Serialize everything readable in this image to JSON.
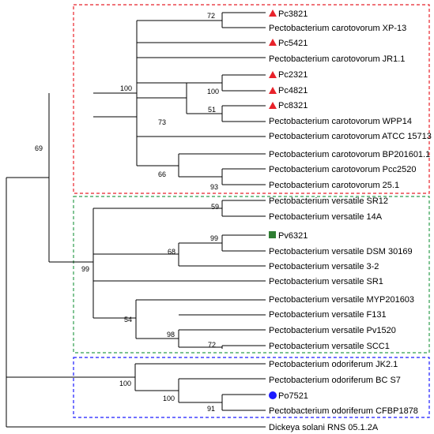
{
  "colors": {
    "red_group": "#e8222a",
    "green_group": "#2e7d32",
    "blue_group": "#1a1aff",
    "branch": "#000000"
  },
  "tips": [
    {
      "id": "pc3821",
      "label": "Pc3821",
      "marker": "red-triangle"
    },
    {
      "id": "xp13",
      "label": "Pectobacterium carotovorum XP-13"
    },
    {
      "id": "pc5421",
      "label": "Pc5421",
      "marker": "red-triangle"
    },
    {
      "id": "jr11",
      "label": "Pectobacterium carotovorum JR1.1"
    },
    {
      "id": "pc2321",
      "label": "Pc2321",
      "marker": "red-triangle"
    },
    {
      "id": "pc4821",
      "label": "Pc4821",
      "marker": "red-triangle"
    },
    {
      "id": "pc8321",
      "label": "Pc8321",
      "marker": "red-triangle"
    },
    {
      "id": "wpp14",
      "label": "Pectobacterium carotovorum WPP14"
    },
    {
      "id": "atcc15713",
      "label": "Pectobacterium carotovorum ATCC 15713"
    },
    {
      "id": "bp201601",
      "label": "Pectobacterium carotovorum BP201601.1"
    },
    {
      "id": "pcc2520",
      "label": "Pectobacterium carotovorum Pcc2520"
    },
    {
      "id": "c251",
      "label": "Pectobacterium carotovorum 25.1"
    },
    {
      "id": "sr12",
      "label": "Pectobacterium versatile SR12"
    },
    {
      "id": "v14a",
      "label": "Pectobacterium versatile 14A"
    },
    {
      "id": "pv6321",
      "label": "Pv6321",
      "marker": "green-square"
    },
    {
      "id": "dsm30169",
      "label": "Pectobacterium versatile DSM 30169"
    },
    {
      "id": "v32",
      "label": "Pectobacterium versatile 3-2"
    },
    {
      "id": "sr1",
      "label": "Pectobacterium versatile SR1"
    },
    {
      "id": "myp201603",
      "label": "Pectobacterium versatile MYP201603"
    },
    {
      "id": "f131",
      "label": "Pectobacterium versatile F131"
    },
    {
      "id": "pv1520",
      "label": "Pectobacterium versatile Pv1520"
    },
    {
      "id": "scc1",
      "label": "Pectobacterium versatile SCC1"
    },
    {
      "id": "jk21",
      "label": "Pectobacterium odoriferum JK2.1"
    },
    {
      "id": "bcs7",
      "label": "Pectobacterium odoriferum BC S7"
    },
    {
      "id": "po7521",
      "label": "Po7521",
      "marker": "blue-circle"
    },
    {
      "id": "cfbp1878",
      "label": "Pectobacterium odoriferum CFBP1878"
    },
    {
      "id": "dickeya",
      "label": "Dickeya solani RNS 05.1.2A"
    }
  ],
  "bootstraps": {
    "n_pc3821_xp13": "72",
    "n_carotovorum": "100",
    "n_pc2321_pc4821": "100",
    "n_pc8321": "51",
    "n_wpp14_group": "73",
    "n_bp_group": "66",
    "n_pcc_251": "93",
    "n_pc_pv": "69",
    "n_sr12_14a": "59",
    "n_pv6321_dsm": "99",
    "n_pv_group": "68",
    "n_versatile": "99",
    "n_f131_group": "54",
    "n_pv1520_scc1": "98",
    "n_scc1": "72",
    "n_odoriferum": "100",
    "n_po7521_group": "100",
    "n_cfbp": "91"
  }
}
